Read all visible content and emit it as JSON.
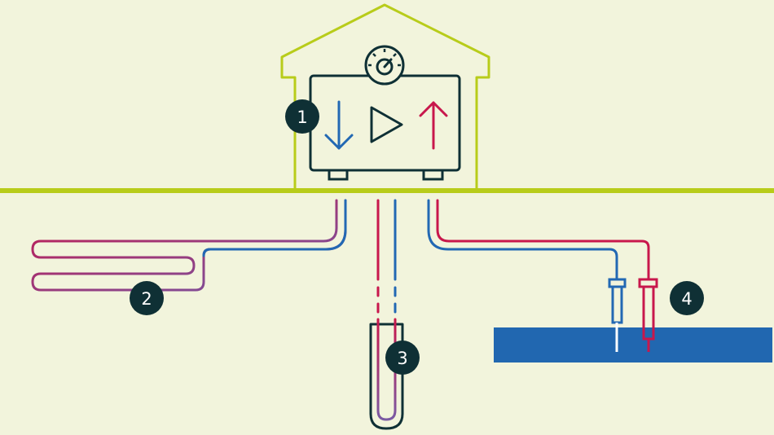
{
  "markers": [
    {
      "id": "heat-pump",
      "label": "1"
    },
    {
      "id": "ground-collector",
      "label": "2"
    },
    {
      "id": "borehole-probe",
      "label": "3"
    },
    {
      "id": "groundwater-wells",
      "label": "4"
    }
  ],
  "icons": {
    "gauge": "gauge-icon",
    "down-arrow": "arrow-down-icon",
    "play": "play-icon",
    "up-arrow": "arrow-up-icon"
  },
  "colors": {
    "background": "#f2f4dc",
    "ground_line": "#b8cc1a",
    "house_outline": "#b8cc1a",
    "unit_outline": "#0f3035",
    "cold": "#2268b3",
    "warm": "#c8174c",
    "water": "#2167b0",
    "marker_fill": "#0f3035",
    "marker_text": "#ffffff"
  }
}
